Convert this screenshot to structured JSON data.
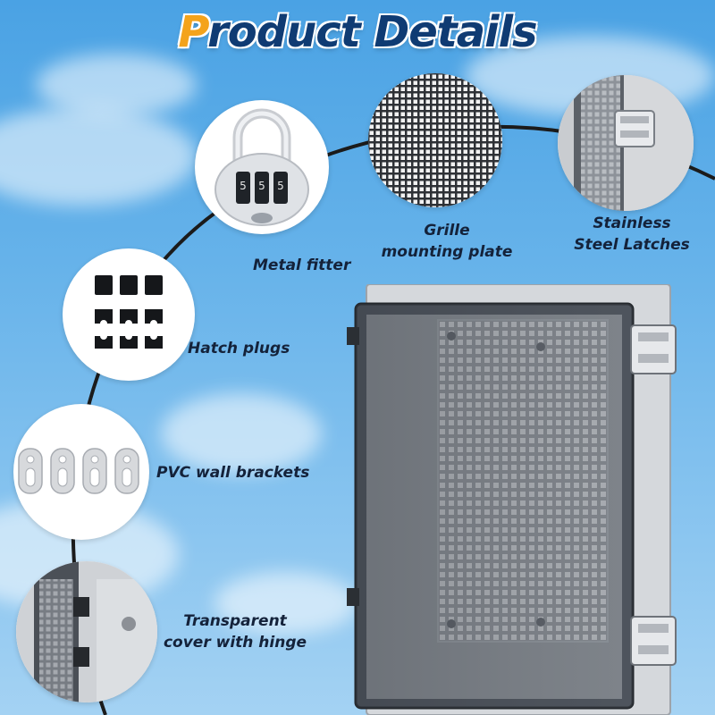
{
  "title": {
    "first_letter": "P",
    "rest": "roduct Details"
  },
  "features": [
    {
      "icon": "padlock-icon",
      "label_line1": "Metal fitter",
      "label_line2": ""
    },
    {
      "icon": "grille-icon",
      "label_line1": "Grille",
      "label_line2": "mounting plate"
    },
    {
      "icon": "latch-icon",
      "label_line1": "Stainless",
      "label_line2": "Steel Latches"
    },
    {
      "icon": "plugs-icon",
      "label_line1": "Hatch plugs",
      "label_line2": ""
    },
    {
      "icon": "bracket-icon",
      "label_line1": "PVC wall brackets",
      "label_line2": ""
    },
    {
      "icon": "hinge-icon",
      "label_line1": "Transparent",
      "label_line2": "cover with hinge"
    }
  ],
  "lock_digits": [
    "5",
    "5",
    "5"
  ],
  "colors": {
    "title_blue": "#0f3b73",
    "title_orange": "#f4a31b",
    "sky": "#67b3ea",
    "arc": "#1b1b1b"
  }
}
